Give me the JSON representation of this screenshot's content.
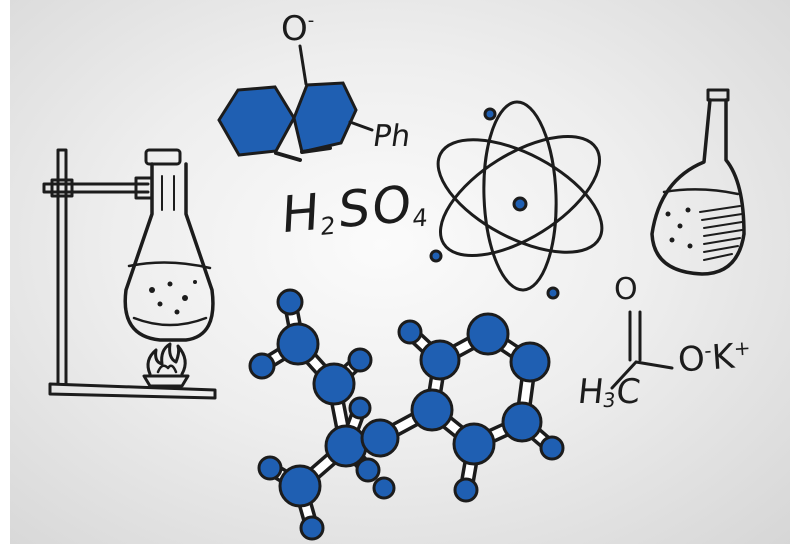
{
  "labels": {
    "ominus_letter": "O",
    "ominus_charge": "-",
    "ph": "Ph",
    "sulfuric_h": "H",
    "sulfuric_h_sub": "2",
    "sulfuric_so": "SO",
    "sulfuric_o_sub": "4",
    "carbonyl_o": "O",
    "methyl_h": "H",
    "methyl_sub": "3",
    "methyl_c": "C",
    "salt_o": "O",
    "salt_minus": "-",
    "salt_k": "K",
    "salt_plus": "+"
  },
  "colors": {
    "ink": "#1c1c1c",
    "accent_blue": "#1f5fb2",
    "background": "#eeeeee"
  },
  "icons": [
    "ring-stand-icon",
    "erlenmeyer-flask-icon",
    "bunsen-burner-flame-icon",
    "naphthol-molecule-icon",
    "atom-icon",
    "volumetric-flask-icon",
    "ball-and-stick-molecule-icon"
  ]
}
